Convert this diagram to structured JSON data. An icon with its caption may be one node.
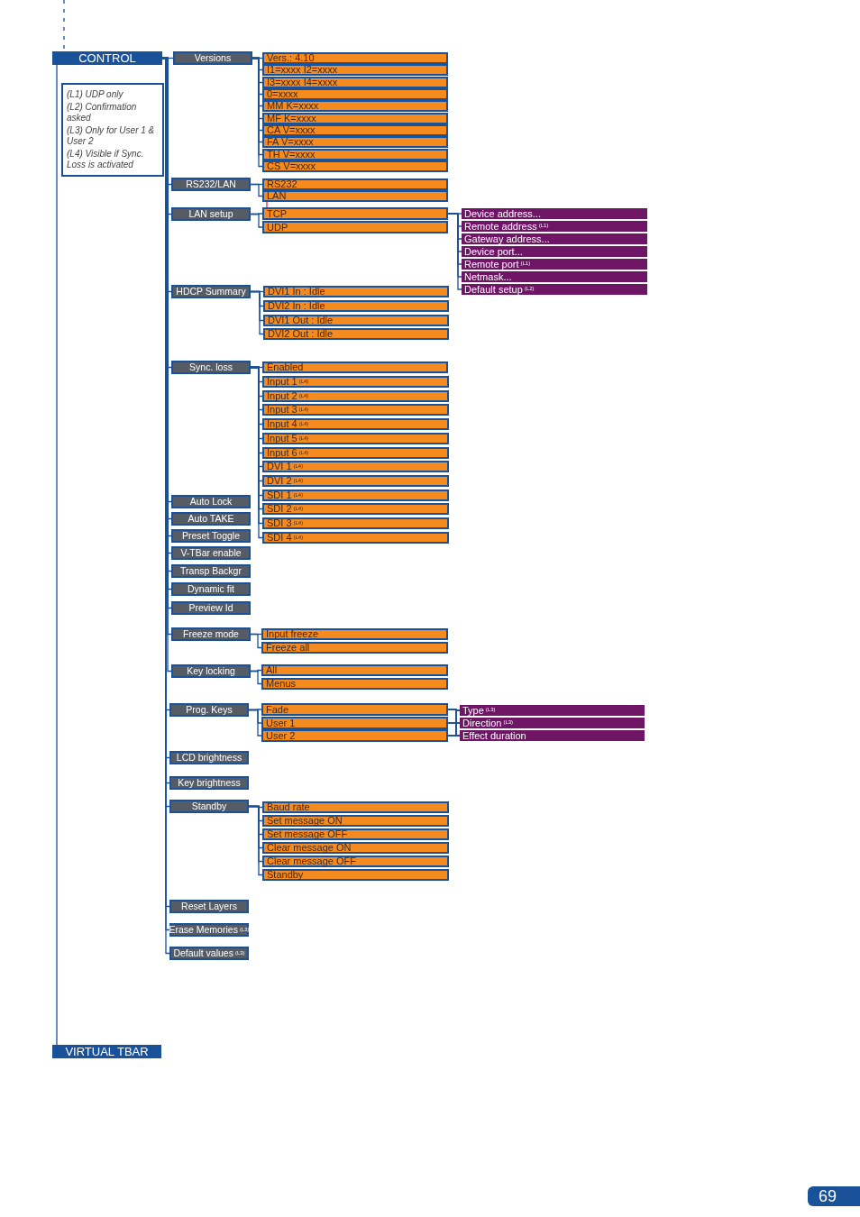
{
  "diagram": {
    "nodes": [
      {
        "text": [
          "CONTROL"
        ]
      },
      {
        "text": [
          "(L1) UDP only",
          "(L2) Confirmation asked",
          "(L3) Only for User 1 & User 2",
          "(L4) Visible if Sync. Loss is activated"
        ]
      },
      {
        "text": [
          "Versions"
        ]
      },
      {
        "text": [
          "Vers.: 4.10"
        ]
      },
      {
        "text": [
          "I1=xxxx I2=xxxx"
        ]
      },
      {
        "text": [
          "I3=xxxx I4=xxxx"
        ]
      },
      {
        "text": [
          "0=xxxx"
        ]
      },
      {
        "text": [
          "MM K=xxxx"
        ]
      },
      {
        "text": [
          "MF K=xxxx"
        ]
      },
      {
        "text": [
          "CA V=xxxx"
        ]
      },
      {
        "text": [
          "FA V=xxxx"
        ]
      },
      {
        "text": [
          "TH V=xxxx"
        ]
      },
      {
        "text": [
          "CS V=xxxx"
        ]
      },
      {
        "text": [
          "RS232/LAN"
        ]
      },
      {
        "text": [
          "RS232"
        ]
      },
      {
        "text": [
          "LAN"
        ]
      },
      {
        "text": [
          "LAN setup"
        ]
      },
      {
        "text": [
          "TCP"
        ]
      },
      {
        "text": [
          "UDP"
        ]
      },
      {
        "text": [
          "Device address..."
        ]
      },
      {
        "text": [
          "Remote address $^{(L1)}$"
        ]
      },
      {
        "text": [
          "Gateway address..."
        ]
      },
      {
        "text": [
          "Device port..."
        ]
      },
      {
        "text": [
          "Remote port $^{(L1)}$"
        ]
      },
      {
        "text": [
          "Netmask..."
        ]
      },
      {
        "text": [
          "Default setup $^{(L2)}$"
        ]
      },
      {
        "text": [
          "HDCP Summary"
        ]
      },
      {
        "text": [
          "DVI1 In : Idle"
        ]
      },
      {
        "text": [
          "DVI2 In : Idle"
        ]
      },
      {
        "text": [
          "DVI1 Out : Idle"
        ]
      },
      {
        "text": [
          "DVI2 Out : Idle"
        ]
      },
      {
        "text": [
          "Sync. loss"
        ]
      },
      {
        "text": [
          "Enabled"
        ]
      },
      {
        "text": [
          "Input 1 $^{(L4)}$"
        ]
      },
      {
        "text": [
          "Input 2 $^{(L4)}$"
        ]
      },
      {
        "text": [
          "Input 3 $^{(L4)}$"
        ]
      },
      {
        "text": [
          "Input 4 $^{(L4)}$"
        ]
      },
      {
        "text": [
          "Input 5 $^{(L4)}$"
        ]
      },
      {
        "text": [
          "Input 6 $^{(L4)}$"
        ]
      },
      {
        "text": [
          "DVI 1 $^{(L4)}$"
        ]
      },
      {
        "text": [
          "DVI 2 $^{(L4)}$"
        ]
      },
      {
        "text": [
          "SDI 1 $^{(L4)}$"
        ]
      },
      {
        "text": [
          "SDI 2 $^{(L4)}$"
        ]
      },
      {
        "text": [
          "SDI 3 $^{(L4)}$"
        ]
      },
      {
        "text": [
          "SDI 4 $^{(L4)}$"
        ]
      },
      {
        "text": [
          "Auto Lock"
        ]
      },
      {
        "text": [
          "Auto TAKE"
        ]
      },
      {
        "text": [
          "Preset Toggle"
        ]
      },
      {
        "text": [
          "V-TBar enable"
        ]
      },
      {
        "text": [
          "Transp Backgr"
        ]
      },
      {
        "text": [
          "Dynamic fit"
        ]
      },
      {
        "text": [
          "Preview Id"
        ]
      },
      {
        "text": [
          "Freeze mode"
        ]
      },
      {
        "text": [
          "Input freeze"
        ]
      },
      {
        "text": [
          "Freeze all"
        ]
      },
      {
        "text": [
          "Key locking"
        ]
      },
      {
        "text": [
          "All"
        ]
      },
      {
        "text": [
          "Menus"
        ]
      },
      {
        "text": [
          "Prog. Keys"
        ]
      },
      {
        "text": [
          "Fade"
        ]
      },
      {
        "text": [
          "User 1"
        ]
      },
      {
        "text": [
          "User 2"
        ]
      },
      {
        "text": [
          "Type $^{(L3)}$"
        ]
      },
      {
        "text": [
          "Direction $^{(L3)}$"
        ]
      },
      {
        "text": [
          "Effect duration"
        ]
      },
      {
        "text": [
          "LCD brightness"
        ]
      },
      {
        "text": [
          "Key brightness"
        ]
      },
      {
        "text": [
          "Standby"
        ]
      },
      {
        "text": [
          "Baud rate"
        ]
      },
      {
        "text": [
          "Set message ON"
        ]
      },
      {
        "text": [
          "Set message OFF"
        ]
      },
      {
        "text": [
          "Clear message ON"
        ]
      },
      {
        "text": [
          "Clear message OFF"
        ]
      },
      {
        "text": [
          "Standby"
        ]
      },
      {
        "text": [
          "Reset Layers"
        ]
      },
      {
        "text": [
          "Erase Memories $^{(L3)}$"
        ]
      },
      {
        "text": [
          "Default values $^{(L3)}$"
        ]
      },
      {
        "text": [
          "VIRTUAL TBAR"
        ]
      }
    ],
    "edges": [
      {
        "from": null,
        "to": 0,
        "arrow": "none",
        "style": "dashed"
      },
      {
        "from": 0,
        "to": 77,
        "arrow": "none"
      },
      {
        "from": 0,
        "to": 2,
        "arrow": "none"
      },
      {
        "from": 2,
        "to": 3,
        "arrow": "none"
      },
      {
        "from": 2,
        "to": 4,
        "arrow": "none"
      },
      {
        "from": 2,
        "to": 5,
        "arrow": "none"
      },
      {
        "from": 2,
        "to": 6,
        "arrow": "none"
      },
      {
        "from": 2,
        "to": 7,
        "arrow": "none"
      },
      {
        "from": 2,
        "to": 8,
        "arrow": "none"
      },
      {
        "from": 2,
        "to": 9,
        "arrow": "none"
      },
      {
        "from": 2,
        "to": 10,
        "arrow": "none"
      },
      {
        "from": 2,
        "to": 11,
        "arrow": "none"
      },
      {
        "from": 2,
        "to": 12,
        "arrow": "none"
      },
      {
        "from": 0,
        "to": 13,
        "arrow": "none"
      },
      {
        "from": 13,
        "to": 14,
        "arrow": "none"
      },
      {
        "from": 13,
        "to": 15,
        "arrow": "none"
      },
      {
        "from": 15,
        "to": 17,
        "arrow": "none",
        "color": "#e8243c"
      },
      {
        "from": 0,
        "to": 16,
        "arrow": "none"
      },
      {
        "from": 16,
        "to": 17,
        "arrow": "none"
      },
      {
        "from": 16,
        "to": 18,
        "arrow": "none"
      },
      {
        "from": 17,
        "to": 19,
        "arrow": "none"
      },
      {
        "from": 17,
        "to": 20,
        "arrow": "none"
      },
      {
        "from": 17,
        "to": 21,
        "arrow": "none"
      },
      {
        "from": 17,
        "to": 22,
        "arrow": "none"
      },
      {
        "from": 17,
        "to": 23,
        "arrow": "none"
      },
      {
        "from": 17,
        "to": 24,
        "arrow": "none"
      },
      {
        "from": 17,
        "to": 25,
        "arrow": "none"
      },
      {
        "from": 0,
        "to": 26,
        "arrow": "none"
      },
      {
        "from": 26,
        "to": 27,
        "arrow": "none"
      },
      {
        "from": 26,
        "to": 28,
        "arrow": "none"
      },
      {
        "from": 26,
        "to": 29,
        "arrow": "none"
      },
      {
        "from": 26,
        "to": 30,
        "arrow": "none"
      },
      {
        "from": 0,
        "to": 31,
        "arrow": "none"
      },
      {
        "from": 31,
        "to": 32,
        "arrow": "none"
      },
      {
        "from": 31,
        "to": 33,
        "arrow": "none"
      },
      {
        "from": 31,
        "to": 34,
        "arrow": "none"
      },
      {
        "from": 31,
        "to": 35,
        "arrow": "none"
      },
      {
        "from": 31,
        "to": 36,
        "arrow": "none"
      },
      {
        "from": 31,
        "to": 37,
        "arrow": "none"
      },
      {
        "from": 31,
        "to": 38,
        "arrow": "none"
      },
      {
        "from": 31,
        "to": 39,
        "arrow": "none"
      },
      {
        "from": 31,
        "to": 40,
        "arrow": "none"
      },
      {
        "from": 31,
        "to": 41,
        "arrow": "none"
      },
      {
        "from": 31,
        "to": 42,
        "arrow": "none"
      },
      {
        "from": 31,
        "to": 43,
        "arrow": "none"
      },
      {
        "from": 31,
        "to": 44,
        "arrow": "none"
      },
      {
        "from": 0,
        "to": 45,
        "arrow": "none"
      },
      {
        "from": 0,
        "to": 46,
        "arrow": "none"
      },
      {
        "from": 0,
        "to": 47,
        "arrow": "none"
      },
      {
        "from": 0,
        "to": 48,
        "arrow": "none"
      },
      {
        "from": 0,
        "to": 49,
        "arrow": "none"
      },
      {
        "from": 0,
        "to": 50,
        "arrow": "none"
      },
      {
        "from": 0,
        "to": 51,
        "arrow": "none"
      },
      {
        "from": 0,
        "to": 52,
        "arrow": "none"
      },
      {
        "from": 52,
        "to": 53,
        "arrow": "none"
      },
      {
        "from": 52,
        "to": 54,
        "arrow": "none"
      },
      {
        "from": 0,
        "to": 55,
        "arrow": "none"
      },
      {
        "from": 55,
        "to": 56,
        "arrow": "none"
      },
      {
        "from": 55,
        "to": 57,
        "arrow": "none"
      },
      {
        "from": 0,
        "to": 58,
        "arrow": "none"
      },
      {
        "from": 58,
        "to": 59,
        "arrow": "none"
      },
      {
        "from": 58,
        "to": 60,
        "arrow": "none"
      },
      {
        "from": 58,
        "to": 61,
        "arrow": "none"
      },
      {
        "from": 59,
        "to": 62,
        "arrow": "none"
      },
      {
        "from": 59,
        "to": 63,
        "arrow": "none"
      },
      {
        "from": 59,
        "to": 64,
        "arrow": "none"
      },
      {
        "from": 60,
        "to": 62,
        "arrow": "none"
      },
      {
        "from": 60,
        "to": 63,
        "arrow": "none"
      },
      {
        "from": 60,
        "to": 64,
        "arrow": "none"
      },
      {
        "from": 61,
        "to": 62,
        "arrow": "none"
      },
      {
        "from": 61,
        "to": 63,
        "arrow": "none"
      },
      {
        "from": 61,
        "to": 64,
        "arrow": "none"
      },
      {
        "from": 0,
        "to": 65,
        "arrow": "none"
      },
      {
        "from": 0,
        "to": 66,
        "arrow": "none"
      },
      {
        "from": 0,
        "to": 67,
        "arrow": "none"
      },
      {
        "from": 67,
        "to": 68,
        "arrow": "none"
      },
      {
        "from": 67,
        "to": 69,
        "arrow": "none"
      },
      {
        "from": 67,
        "to": 70,
        "arrow": "none"
      },
      {
        "from": 67,
        "to": 71,
        "arrow": "none"
      },
      {
        "from": 67,
        "to": 72,
        "arrow": "none"
      },
      {
        "from": 67,
        "to": 73,
        "arrow": "none"
      },
      {
        "from": 0,
        "to": 74,
        "arrow": "none"
      },
      {
        "from": 0,
        "to": 75,
        "arrow": "none"
      },
      {
        "from": 0,
        "to": 76,
        "arrow": "none"
      }
    ],
    "labels": [
      "69"
    ]
  }
}
